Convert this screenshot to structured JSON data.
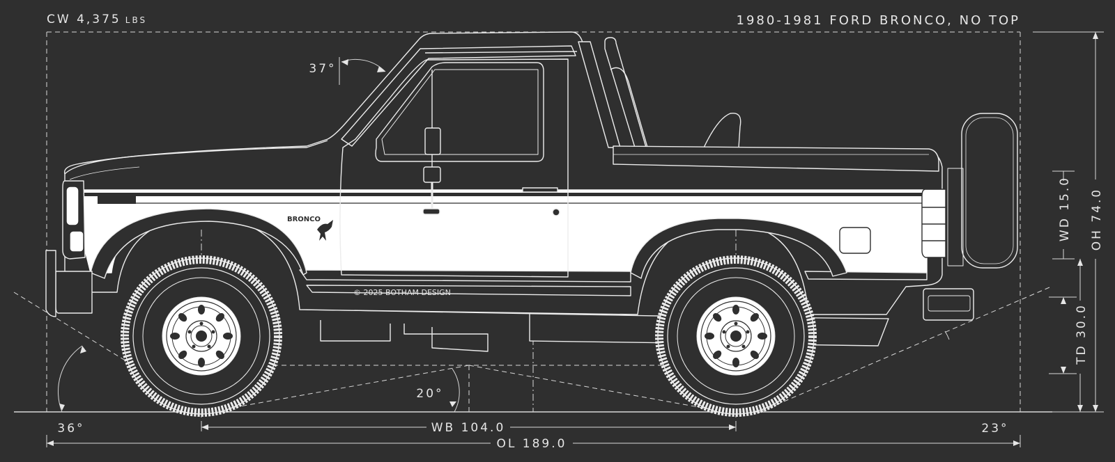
{
  "header": {
    "curb_weight": "CW 4,375",
    "curb_weight_unit": "LBS",
    "model_title": "1980-1981 FORD BRONCO, NO TOP"
  },
  "body_labels": {
    "badge": "BRONCO",
    "copyright": "© 2025 BOTHAM DESIGN"
  },
  "dimensions": {
    "windshield_angle": "37°",
    "breakover_angle": "20°",
    "approach_angle": "36°",
    "departure_angle": "23°",
    "wheelbase": "WB 104.0",
    "overall_length": "OL 189.0",
    "wheel_diameter": "WD 15.0",
    "tire_diameter": "TD 30.0",
    "overall_height": "OH 74.0"
  },
  "colors": {
    "background": "#2f2f2f",
    "line": "#e6e6e6",
    "body_fill": "#2f2f2f",
    "stripe_fill": "#ffffff"
  }
}
